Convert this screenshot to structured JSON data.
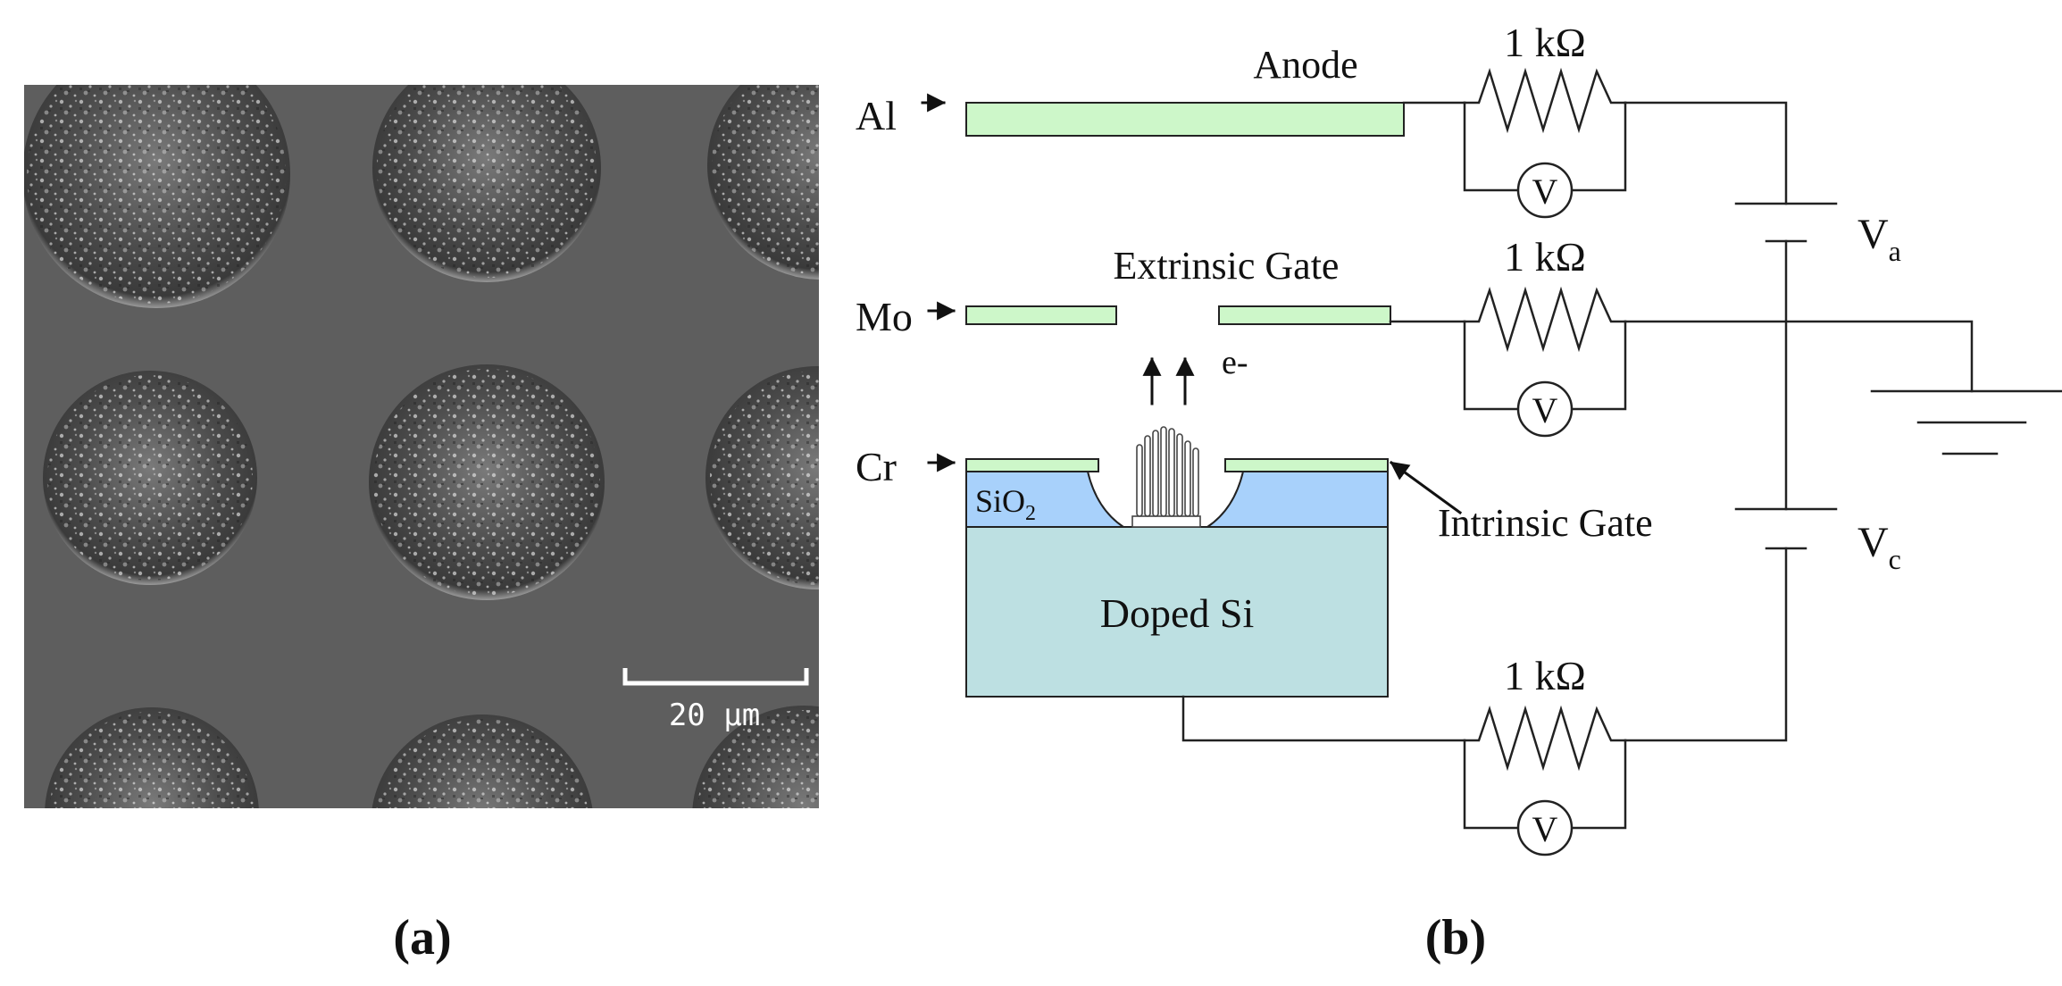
{
  "panel_a": {
    "scale_bar_label": "20 µm",
    "caption": "(a)"
  },
  "panel_b": {
    "caption": "(b)",
    "layers": {
      "al": "Al",
      "mo": "Mo",
      "cr": "Cr"
    },
    "labels": {
      "anode": "Anode",
      "extrinsic_gate": "Extrinsic Gate",
      "intrinsic_gate": "Intrinsic Gate",
      "electron": "e-",
      "oxide_base": "SiO",
      "oxide_sub": "2",
      "substrate": "Doped Si"
    },
    "resistors": {
      "anode": "1 kΩ",
      "gate": "1 kΩ",
      "cathode": "1 kΩ"
    },
    "meters": {
      "anode": "V",
      "gate": "V",
      "cathode": "V"
    },
    "sources": {
      "va_base": "V",
      "va_sub": "a",
      "vc_base": "V",
      "vc_sub": "c"
    }
  },
  "colors": {
    "electrode": "#cdf7c9",
    "oxide": "#a8d1fb",
    "substrate": "#bde0e2",
    "sem_background": "#5e5e5e"
  }
}
